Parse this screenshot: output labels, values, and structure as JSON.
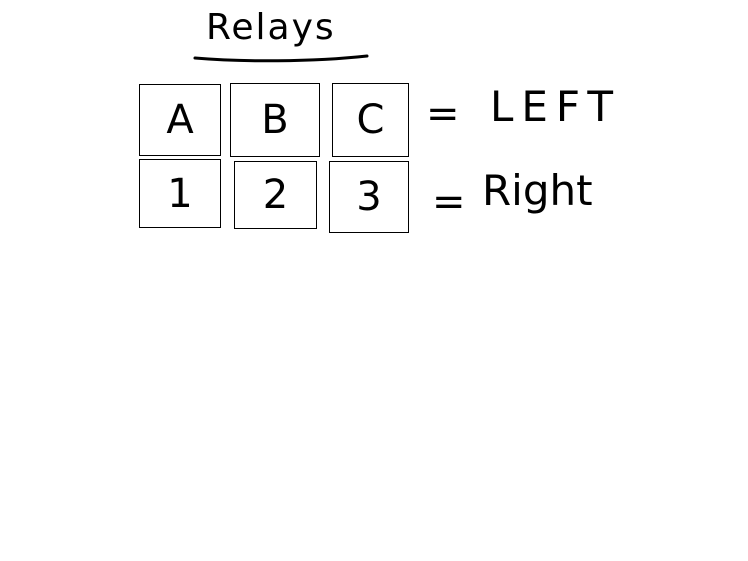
{
  "title": "Relays",
  "rows": [
    {
      "cells": [
        "A",
        "B",
        "C"
      ],
      "equals": "=",
      "label": "LEFT"
    },
    {
      "cells": [
        "1",
        "2",
        "3"
      ],
      "equals": "=",
      "label": "Right"
    }
  ],
  "colors": {
    "ink": "#000000",
    "background": "#ffffff"
  }
}
